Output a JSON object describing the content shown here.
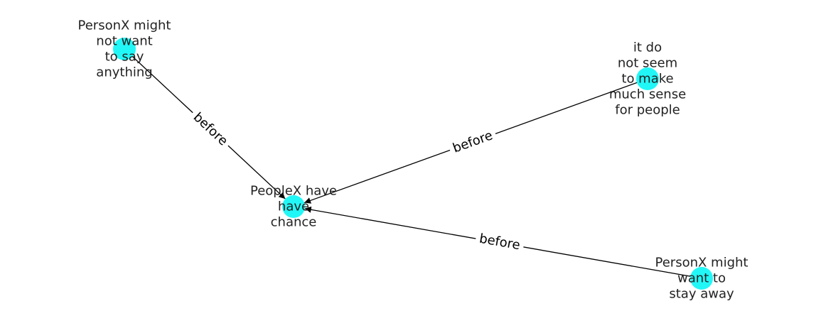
{
  "colors": {
    "node_fill": "#22f7f7",
    "edge": "#000000",
    "label_text": "#222222",
    "background": "#ffffff"
  },
  "nodes": [
    {
      "id": "peoplex-chance",
      "label_lines": [
        "PeopleX have",
        "have",
        "chance"
      ]
    },
    {
      "id": "not-want-to-say",
      "label_lines": [
        "PersonX might",
        "not want",
        "to say",
        "anything"
      ]
    },
    {
      "id": "no-sense",
      "label_lines": [
        "it do",
        "not seem",
        "to make",
        "much sense",
        "for people"
      ]
    },
    {
      "id": "stay-away",
      "label_lines": [
        "PersonX might",
        "want to",
        "stay away"
      ]
    }
  ],
  "edges": [
    {
      "source": "not-want-to-say",
      "target": "peoplex-chance",
      "label": "before"
    },
    {
      "source": "no-sense",
      "target": "peoplex-chance",
      "label": "before"
    },
    {
      "source": "stay-away",
      "target": "peoplex-chance",
      "label": "before"
    }
  ]
}
